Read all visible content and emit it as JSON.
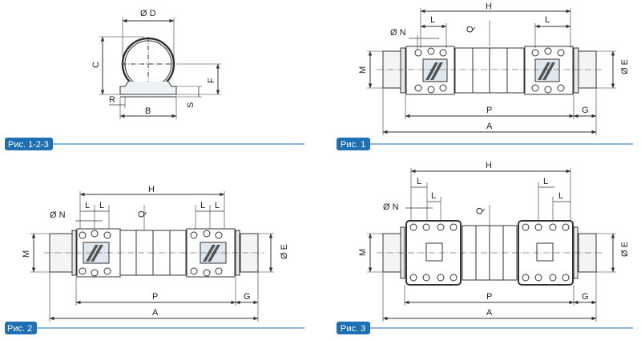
{
  "colors": {
    "accent": "#1f6fb5",
    "line": "#333333",
    "housing": "#dfe7ef"
  },
  "figures": {
    "fig123": {
      "label": "Рис. 1-2-3",
      "dims": {
        "D": "Ø D",
        "C": "C",
        "F": "F",
        "R": "R",
        "B": "B",
        "S": "S"
      }
    },
    "fig1": {
      "label": "Рис. 1",
      "dims": {
        "H": "H",
        "L1": "L",
        "L2": "L",
        "N": "Ø N",
        "Q": "Q",
        "M": "M",
        "E": "Ø E",
        "P": "P",
        "G": "G",
        "A": "A"
      }
    },
    "fig2": {
      "label": "Рис. 2",
      "dims": {
        "H": "H",
        "L1": "L",
        "L2": "L",
        "L3": "L",
        "L4": "L",
        "N": "Ø N",
        "Q": "Q",
        "M": "M",
        "E": "Ø E",
        "P": "P",
        "G": "G",
        "A": "A"
      }
    },
    "fig3": {
      "label": "Рис. 3",
      "dims": {
        "H": "H",
        "L1": "L",
        "L2": "L",
        "L3": "L",
        "L4": "L",
        "N": "Ø N",
        "Q": "Q",
        "M": "M",
        "E": "Ø E",
        "P": "P",
        "G": "G",
        "A": "A"
      }
    }
  }
}
